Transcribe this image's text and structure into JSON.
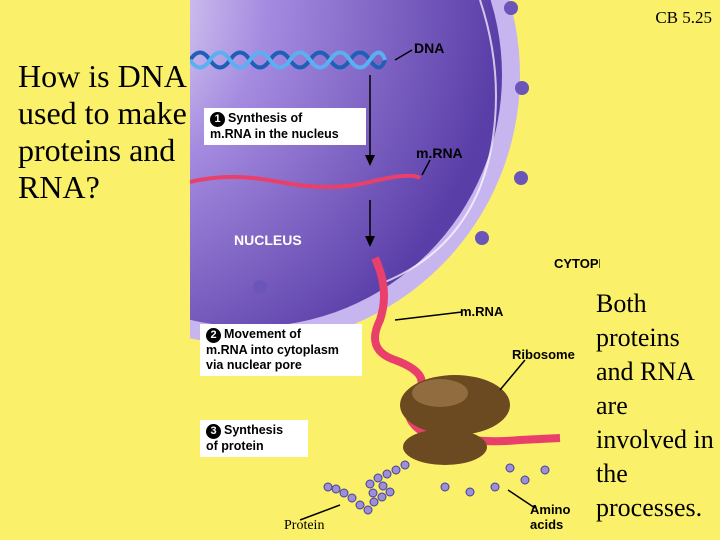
{
  "slide": {
    "id": "CB 5.25",
    "question": "How is DNA used to make proteins and RNA?",
    "side_note": "Both proteins and RNA are involved in the processes."
  },
  "diagram": {
    "labels": {
      "dna": "DNA",
      "mrna_nucleus": "m.RNA",
      "nucleus": "NUCLEUS",
      "cytoplasm": "CYTOPLASM",
      "mrna_cytoplasm": "m.RNA",
      "ribosome": "Ribosome",
      "amino_acids": "Amino\nacids",
      "protein": "Protein"
    },
    "steps": [
      {
        "number": "1",
        "text": "Synthesis of\nm.RNA in the nucleus"
      },
      {
        "number": "2",
        "text": "Movement of\nm.RNA into cytoplasm\nvia nuclear pore"
      },
      {
        "number": "3",
        "text": "Synthesis\nof protein"
      }
    ]
  },
  "colors": {
    "background": "#faf06a",
    "nucleus": "#7a5cc4",
    "membrane": "#b9a6e8",
    "mrna": "#e8406a",
    "dna": "#3a8fe0",
    "ribosome": "#6b4a22",
    "amino_acid": "#9a8fd8"
  }
}
